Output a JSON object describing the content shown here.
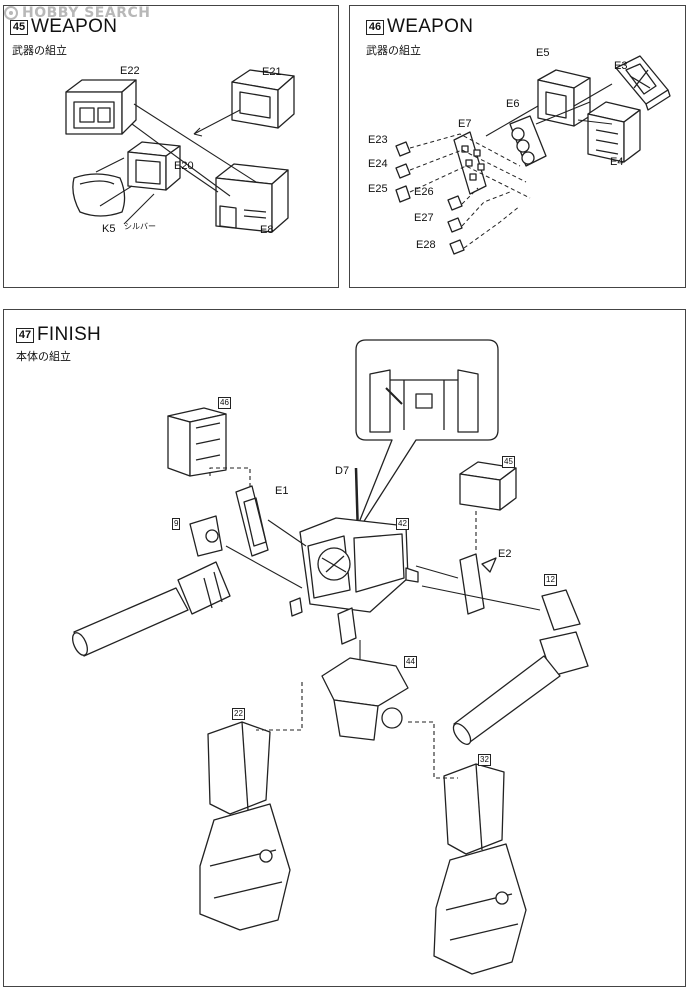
{
  "watermark": {
    "text": "HOBBY SEARCH"
  },
  "step45": {
    "number": "45",
    "title": "WEAPON",
    "subtitle": "武器の組立",
    "labels": {
      "e22": "E22",
      "e21": "E21",
      "e20": "E20",
      "k5": "K5",
      "silver": "シルバー",
      "e8": "E8"
    }
  },
  "step46": {
    "number": "46",
    "title": "WEAPON",
    "subtitle": "武器の組立",
    "labels": {
      "e5": "E5",
      "e3": "E3",
      "e6": "E6",
      "e7": "E7",
      "e23": "E23",
      "e24": "E24",
      "e25": "E25",
      "e26": "E26",
      "e27": "E27",
      "e28": "E28",
      "e4": "E4"
    }
  },
  "step47": {
    "number": "47",
    "title": "FINISH",
    "subtitle": "本体の組立",
    "labels": {
      "d7": "D7",
      "e1": "E1",
      "e2": "E2"
    },
    "refs": {
      "r46": "46",
      "r45": "45",
      "r9": "9",
      "r42": "42",
      "r12": "12",
      "r44": "44",
      "r22": "22",
      "r32": "32"
    }
  }
}
